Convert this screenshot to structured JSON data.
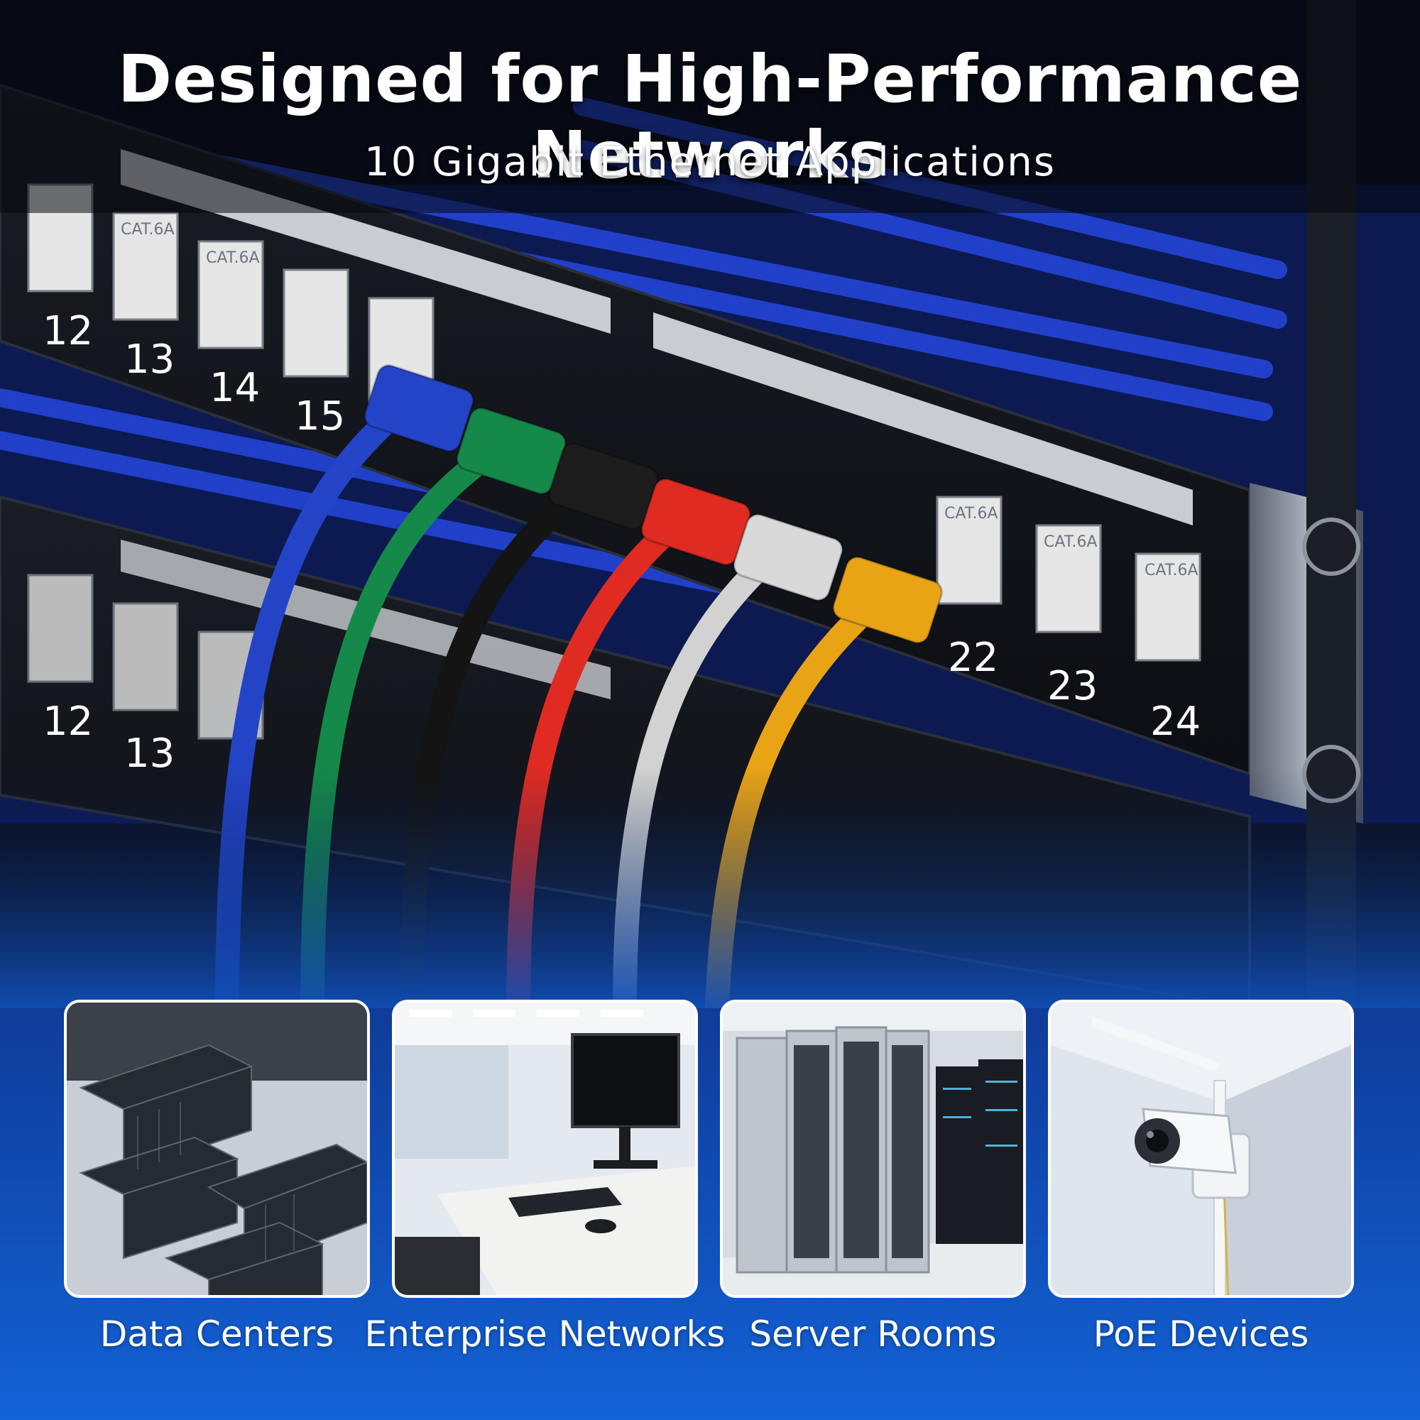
{
  "header": {
    "title": "Designed for High-Performance Networks",
    "subtitle": "10 Gigabit Ethernet Applications"
  },
  "patch_panel": {
    "jack_label": "CAT.6A",
    "port_numbers_upper_left": [
      "12",
      "13",
      "14",
      "15"
    ],
    "port_numbers_upper_right": [
      "22",
      "23",
      "24"
    ],
    "port_numbers_lower": [
      "12",
      "13"
    ]
  },
  "cables": [
    {
      "color": "blue",
      "hex": "#2444c8"
    },
    {
      "color": "green",
      "hex": "#15894a"
    },
    {
      "color": "black",
      "hex": "#141414"
    },
    {
      "color": "red",
      "hex": "#e02b22"
    },
    {
      "color": "white",
      "hex": "#d2d2d2"
    },
    {
      "color": "yellow",
      "hex": "#e9a416"
    }
  ],
  "applications": [
    {
      "label": "Data Centers",
      "icon": "data-center-image"
    },
    {
      "label": "Enterprise Networks",
      "icon": "office-image"
    },
    {
      "label": "Server Rooms",
      "icon": "server-room-image"
    },
    {
      "label": "PoE Devices",
      "icon": "security-camera-image"
    }
  ],
  "colors": {
    "background_top": "#0a0f1e",
    "background_bottom": "#1262d6",
    "text": "#ffffff"
  }
}
